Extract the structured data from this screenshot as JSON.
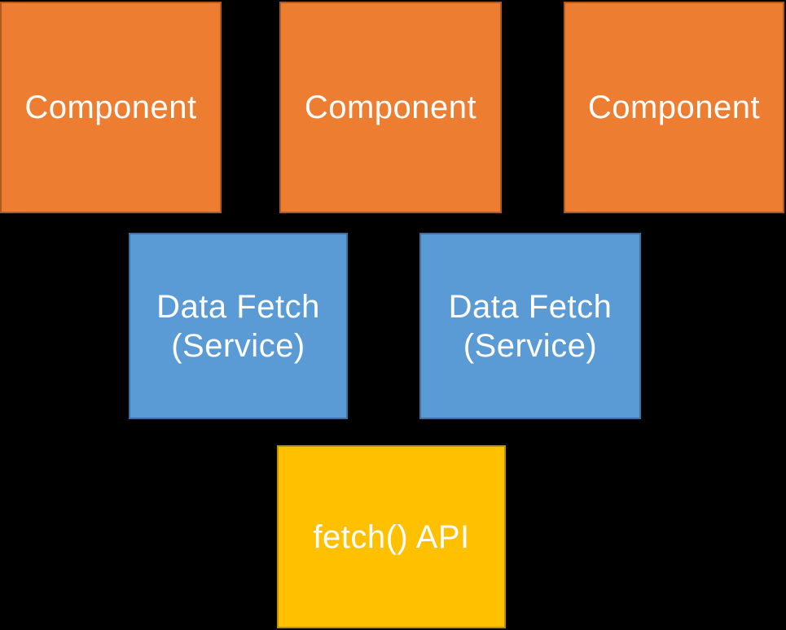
{
  "diagram": {
    "background_color": "#000000",
    "text_color": "#FFFFFF",
    "boxes": [
      {
        "id": "component-1",
        "lines": [
          "Component"
        ],
        "fill": "#ED7D31",
        "border": "#AE5A21"
      },
      {
        "id": "component-2",
        "lines": [
          "Component"
        ],
        "fill": "#ED7D31",
        "border": "#AE5A21"
      },
      {
        "id": "component-3",
        "lines": [
          "Component"
        ],
        "fill": "#ED7D31",
        "border": "#AE5A21"
      },
      {
        "id": "service-1",
        "lines": [
          "Data Fetch",
          "(Service)"
        ],
        "fill": "#5B9BD5",
        "border": "#41719C"
      },
      {
        "id": "service-2",
        "lines": [
          "Data Fetch",
          "(Service)"
        ],
        "fill": "#5B9BD5",
        "border": "#41719C"
      },
      {
        "id": "fetch-api",
        "lines": [
          "fetch() API"
        ],
        "fill": "#FFC000",
        "border": "#BF9000"
      }
    ]
  }
}
